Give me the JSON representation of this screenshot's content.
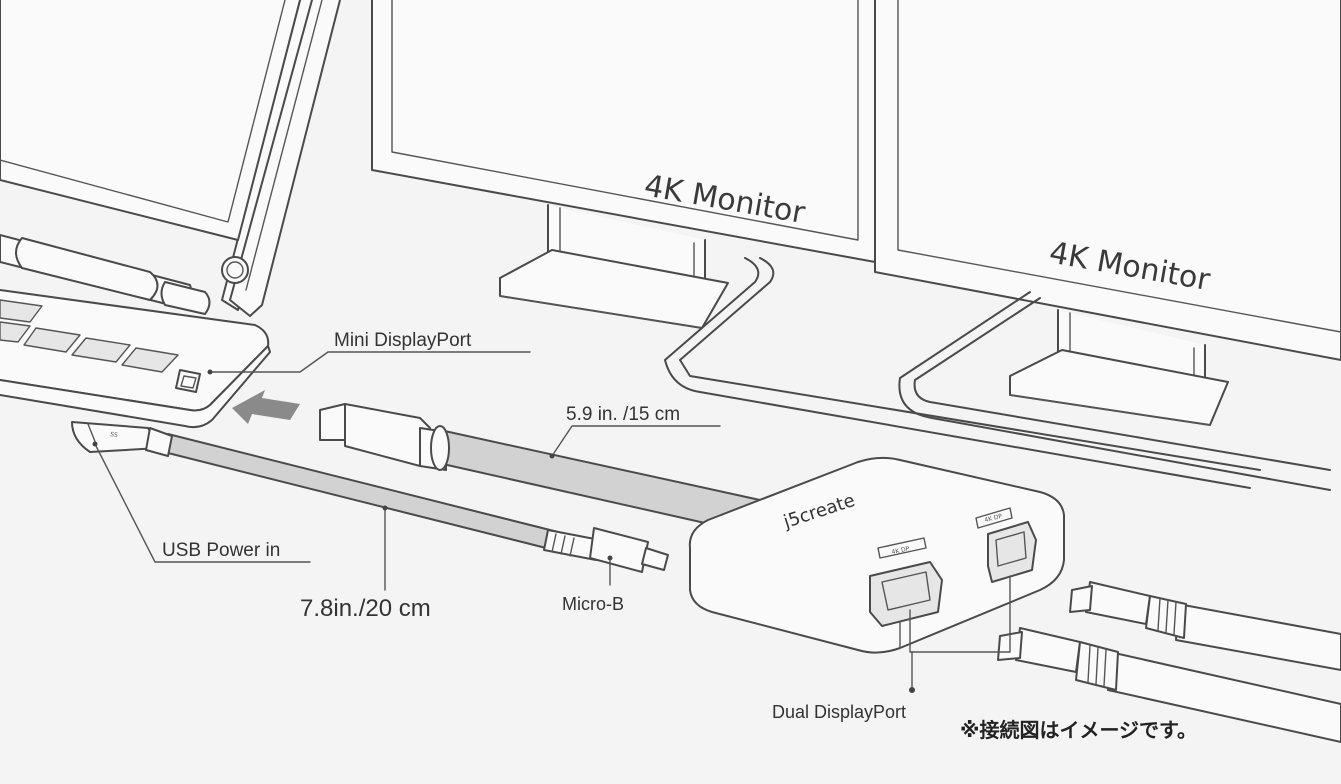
{
  "monitors": [
    {
      "label": "4K Monitor"
    },
    {
      "label": "4K Monitor"
    }
  ],
  "labels": {
    "mini_displayport": "Mini DisplayPort",
    "usb_power_in": "USB Power in",
    "cable_long": "7.8in./20 cm",
    "cable_short": "5.9 in. /15 cm",
    "micro_b": "Micro-B",
    "dual_displayport": "Dual  DisplayPort",
    "brand": "j5create",
    "port_tag_left": "4K DP",
    "port_tag_right": "4K DP",
    "usb_plug_mark": "SS"
  },
  "note": "※接続図はイメージです。",
  "colors": {
    "background": "#f4f4f4",
    "line": "#4a4a4a",
    "cable_fill": "#d2d2d2",
    "arrow": "#8a8a8a"
  }
}
